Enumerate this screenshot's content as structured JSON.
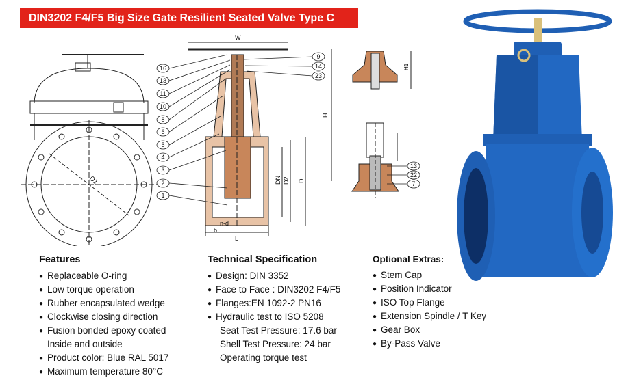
{
  "title": "DIN3202 F4/F5 Big Size Gate Resilient Seated Valve Type C",
  "drawing": {
    "dimensions": [
      "W",
      "H",
      "H1",
      "D1",
      "DN",
      "D2",
      "D",
      "n-d",
      "b",
      "L"
    ],
    "part_numbers_left": [
      "16",
      "13",
      "11",
      "10",
      "8",
      "6",
      "5",
      "4",
      "3",
      "2",
      "1"
    ],
    "part_numbers_right_top": [
      "9",
      "14",
      "23"
    ],
    "part_numbers_right_bottom": [
      "13",
      "22",
      "7"
    ]
  },
  "features": {
    "heading": "Features",
    "items": [
      "Replaceable O-ring",
      "Low torque operation",
      "Rubber encapsulated wedge",
      "Clockwise closing direction",
      "Fusion bonded epoxy coated",
      "Inside and outside",
      "Product color: Blue RAL 5017",
      "Maximum temperature 80°C"
    ]
  },
  "tech_spec": {
    "heading": "Technical Specification",
    "items": [
      "Design: DIN 3352",
      "Face to Face : DIN3202 F4/F5",
      "Flanges:EN 1092-2 PN16",
      "Hydraulic test to ISO 5208",
      "Seat Test Pressure: 17.6 bar",
      "Shell Test Pressure: 24 bar",
      "Operating torque test"
    ]
  },
  "optional_extras": {
    "heading": "Optional Extras:",
    "items": [
      "Stem Cap",
      "Position Indicator",
      "ISO Top Flange",
      "Extension Spindle / T Key",
      "Gear Box",
      "By-Pass Valve"
    ]
  },
  "colors": {
    "title_bg": "#e2231a",
    "valve_blue": "#1f5fb4",
    "section_orange": "#c8865a"
  },
  "icons": [
    "valve-front-view-drawing",
    "valve-section-drawing",
    "stem-detail-drawing",
    "valve-photo"
  ]
}
